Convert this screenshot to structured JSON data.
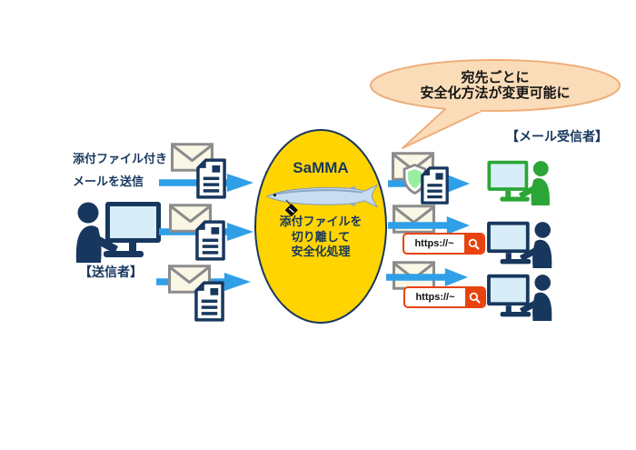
{
  "sender": {
    "caption_line1": "添付ファイル付き",
    "caption_line2": "メールを送信",
    "label": "【送信者】"
  },
  "samma": {
    "title": "SaMMA",
    "desc_line1": "添付ファイルを",
    "desc_line2": "切り離して",
    "desc_line3": "安全化処理"
  },
  "bubble": {
    "line1": "宛先ごとに",
    "line2": "安全化方法が変更可能に"
  },
  "receiver": {
    "label": "【メール受信者】",
    "url_text": "https://~"
  },
  "icons": {
    "envelope": "envelope-icon",
    "document": "attachment-document-icon",
    "shield": "shield-icon",
    "search": "search-icon",
    "fish": "samma-fish-icon"
  },
  "colors": {
    "navy": "#17375E",
    "arrow_blue": "#2F9FE8",
    "ellipse_gold": "#FFD400",
    "receiver_green": "#2BA636",
    "shield_green": "#98EFA0",
    "url_orange": "#E8430F",
    "bubble_fill": "#FBDCB8",
    "bubble_stroke": "#EFAE7A",
    "envelope_fill": "#FAF7E6",
    "envelope_stroke": "#8C8C8C"
  }
}
